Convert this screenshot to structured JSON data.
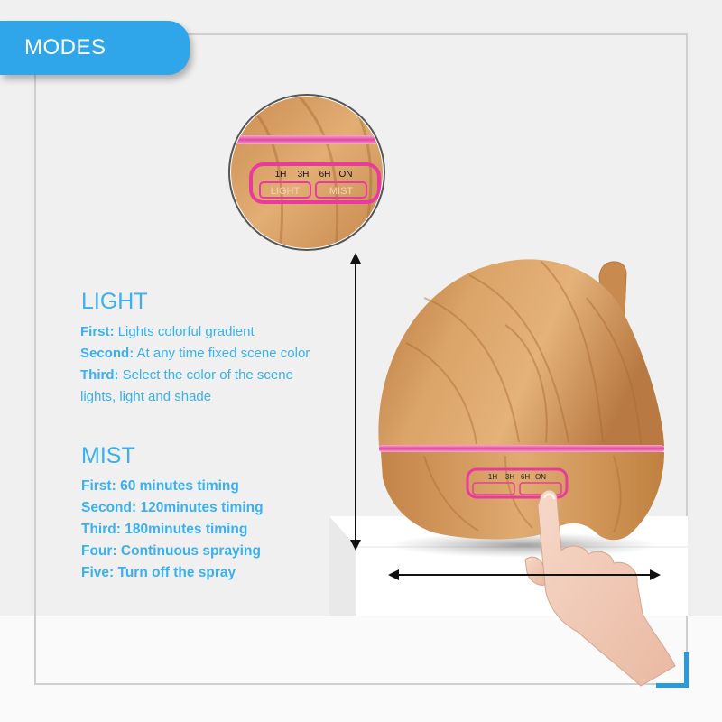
{
  "badge": {
    "label": "MODES"
  },
  "light": {
    "title": "LIGHT",
    "items": [
      {
        "label": "First",
        "sep": ":",
        "text": "Lights colorful gradient"
      },
      {
        "label": "Second",
        "sep": ":",
        "text": "At any time fixed scene color"
      },
      {
        "label": "Third",
        "sep": ":",
        "text": "Select the color of the scene"
      }
    ],
    "continuation": "lights, light and shade"
  },
  "mist": {
    "title": "MIST",
    "items": [
      {
        "label": "First",
        "sep": ":",
        "text": "60 minutes timing"
      },
      {
        "label": "Second",
        "sep": ":",
        "text": "120minutes timing"
      },
      {
        "label": "Third",
        "sep": ":",
        "text": "180minutes timing"
      },
      {
        "label": "Four",
        "sep": ":",
        "text": "Continuous spraying"
      },
      {
        "label": "Five",
        "sep": ":",
        "text": "Turn off the spray"
      }
    ]
  },
  "control_panel": {
    "timer_labels": [
      "1H",
      "3H",
      "6H",
      "ON"
    ],
    "light_button": "LIGHT",
    "mist_button": "MIST"
  },
  "colors": {
    "accent_blue": "#2fa6ea",
    "text_blue": "#3ab0f0",
    "led_pink": "#e8379b",
    "wood": "#d29a5e"
  }
}
